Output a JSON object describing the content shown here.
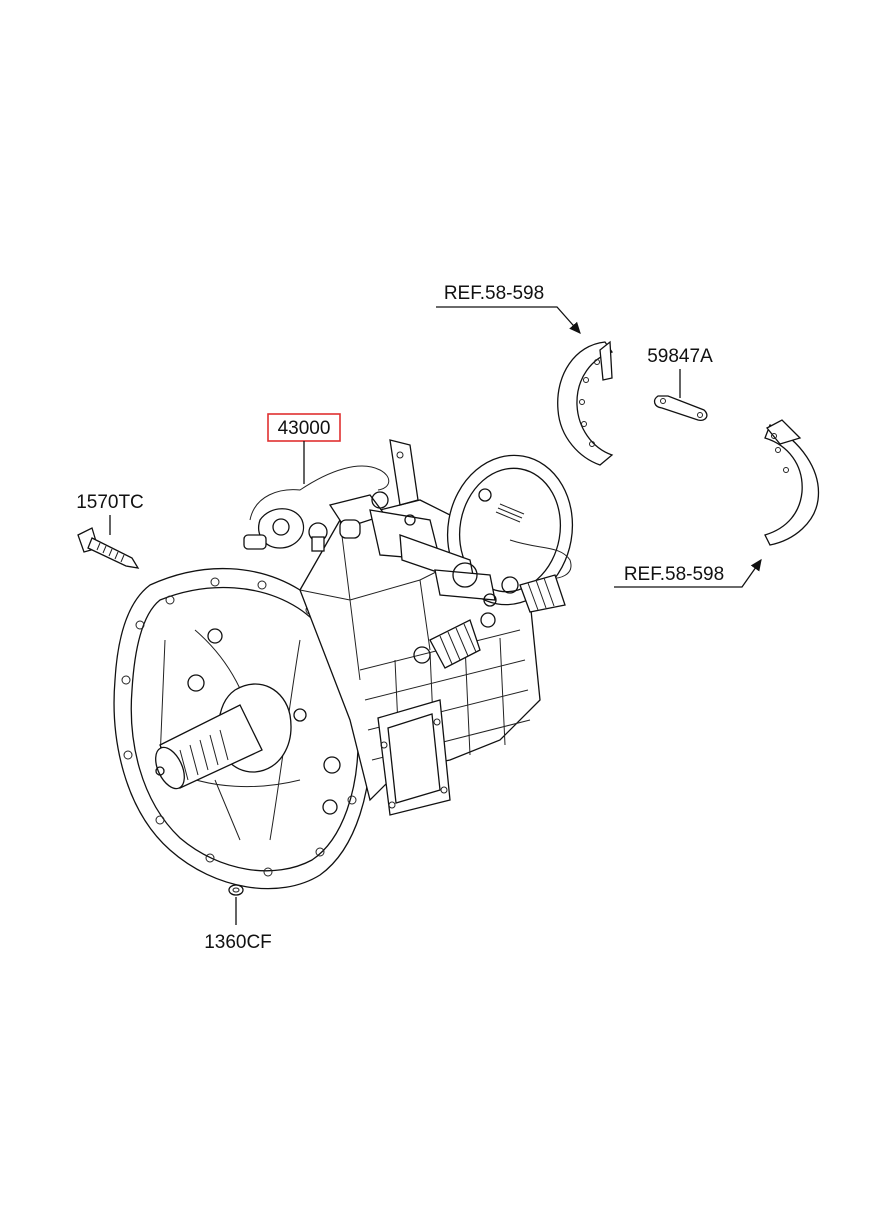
{
  "callouts": {
    "part_43000": "43000",
    "part_1570TC": "1570TC",
    "part_1360CF": "1360CF",
    "part_59847A": "59847A",
    "ref_upper": "REF.58-598",
    "ref_lower": "REF.58-598"
  },
  "highlight_color": "#e03030"
}
